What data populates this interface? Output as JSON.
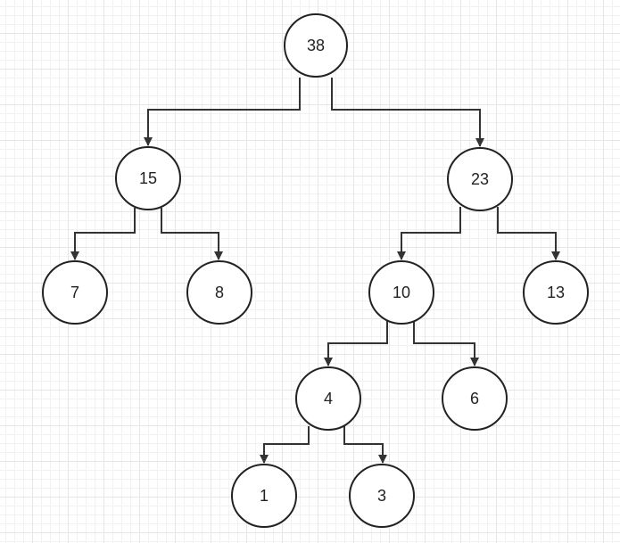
{
  "nodes": {
    "n38": "38",
    "n15": "15",
    "n23": "23",
    "n7": "7",
    "n8": "8",
    "n10": "10",
    "n13": "13",
    "n4": "4",
    "n6": "6",
    "n1": "1",
    "n3": "3"
  },
  "tree": {
    "root": "n38",
    "children": {
      "n38": [
        "n15",
        "n23"
      ],
      "n15": [
        "n7",
        "n8"
      ],
      "n23": [
        "n10",
        "n13"
      ],
      "n10": [
        "n4",
        "n6"
      ],
      "n4": [
        "n1",
        "n3"
      ]
    }
  }
}
